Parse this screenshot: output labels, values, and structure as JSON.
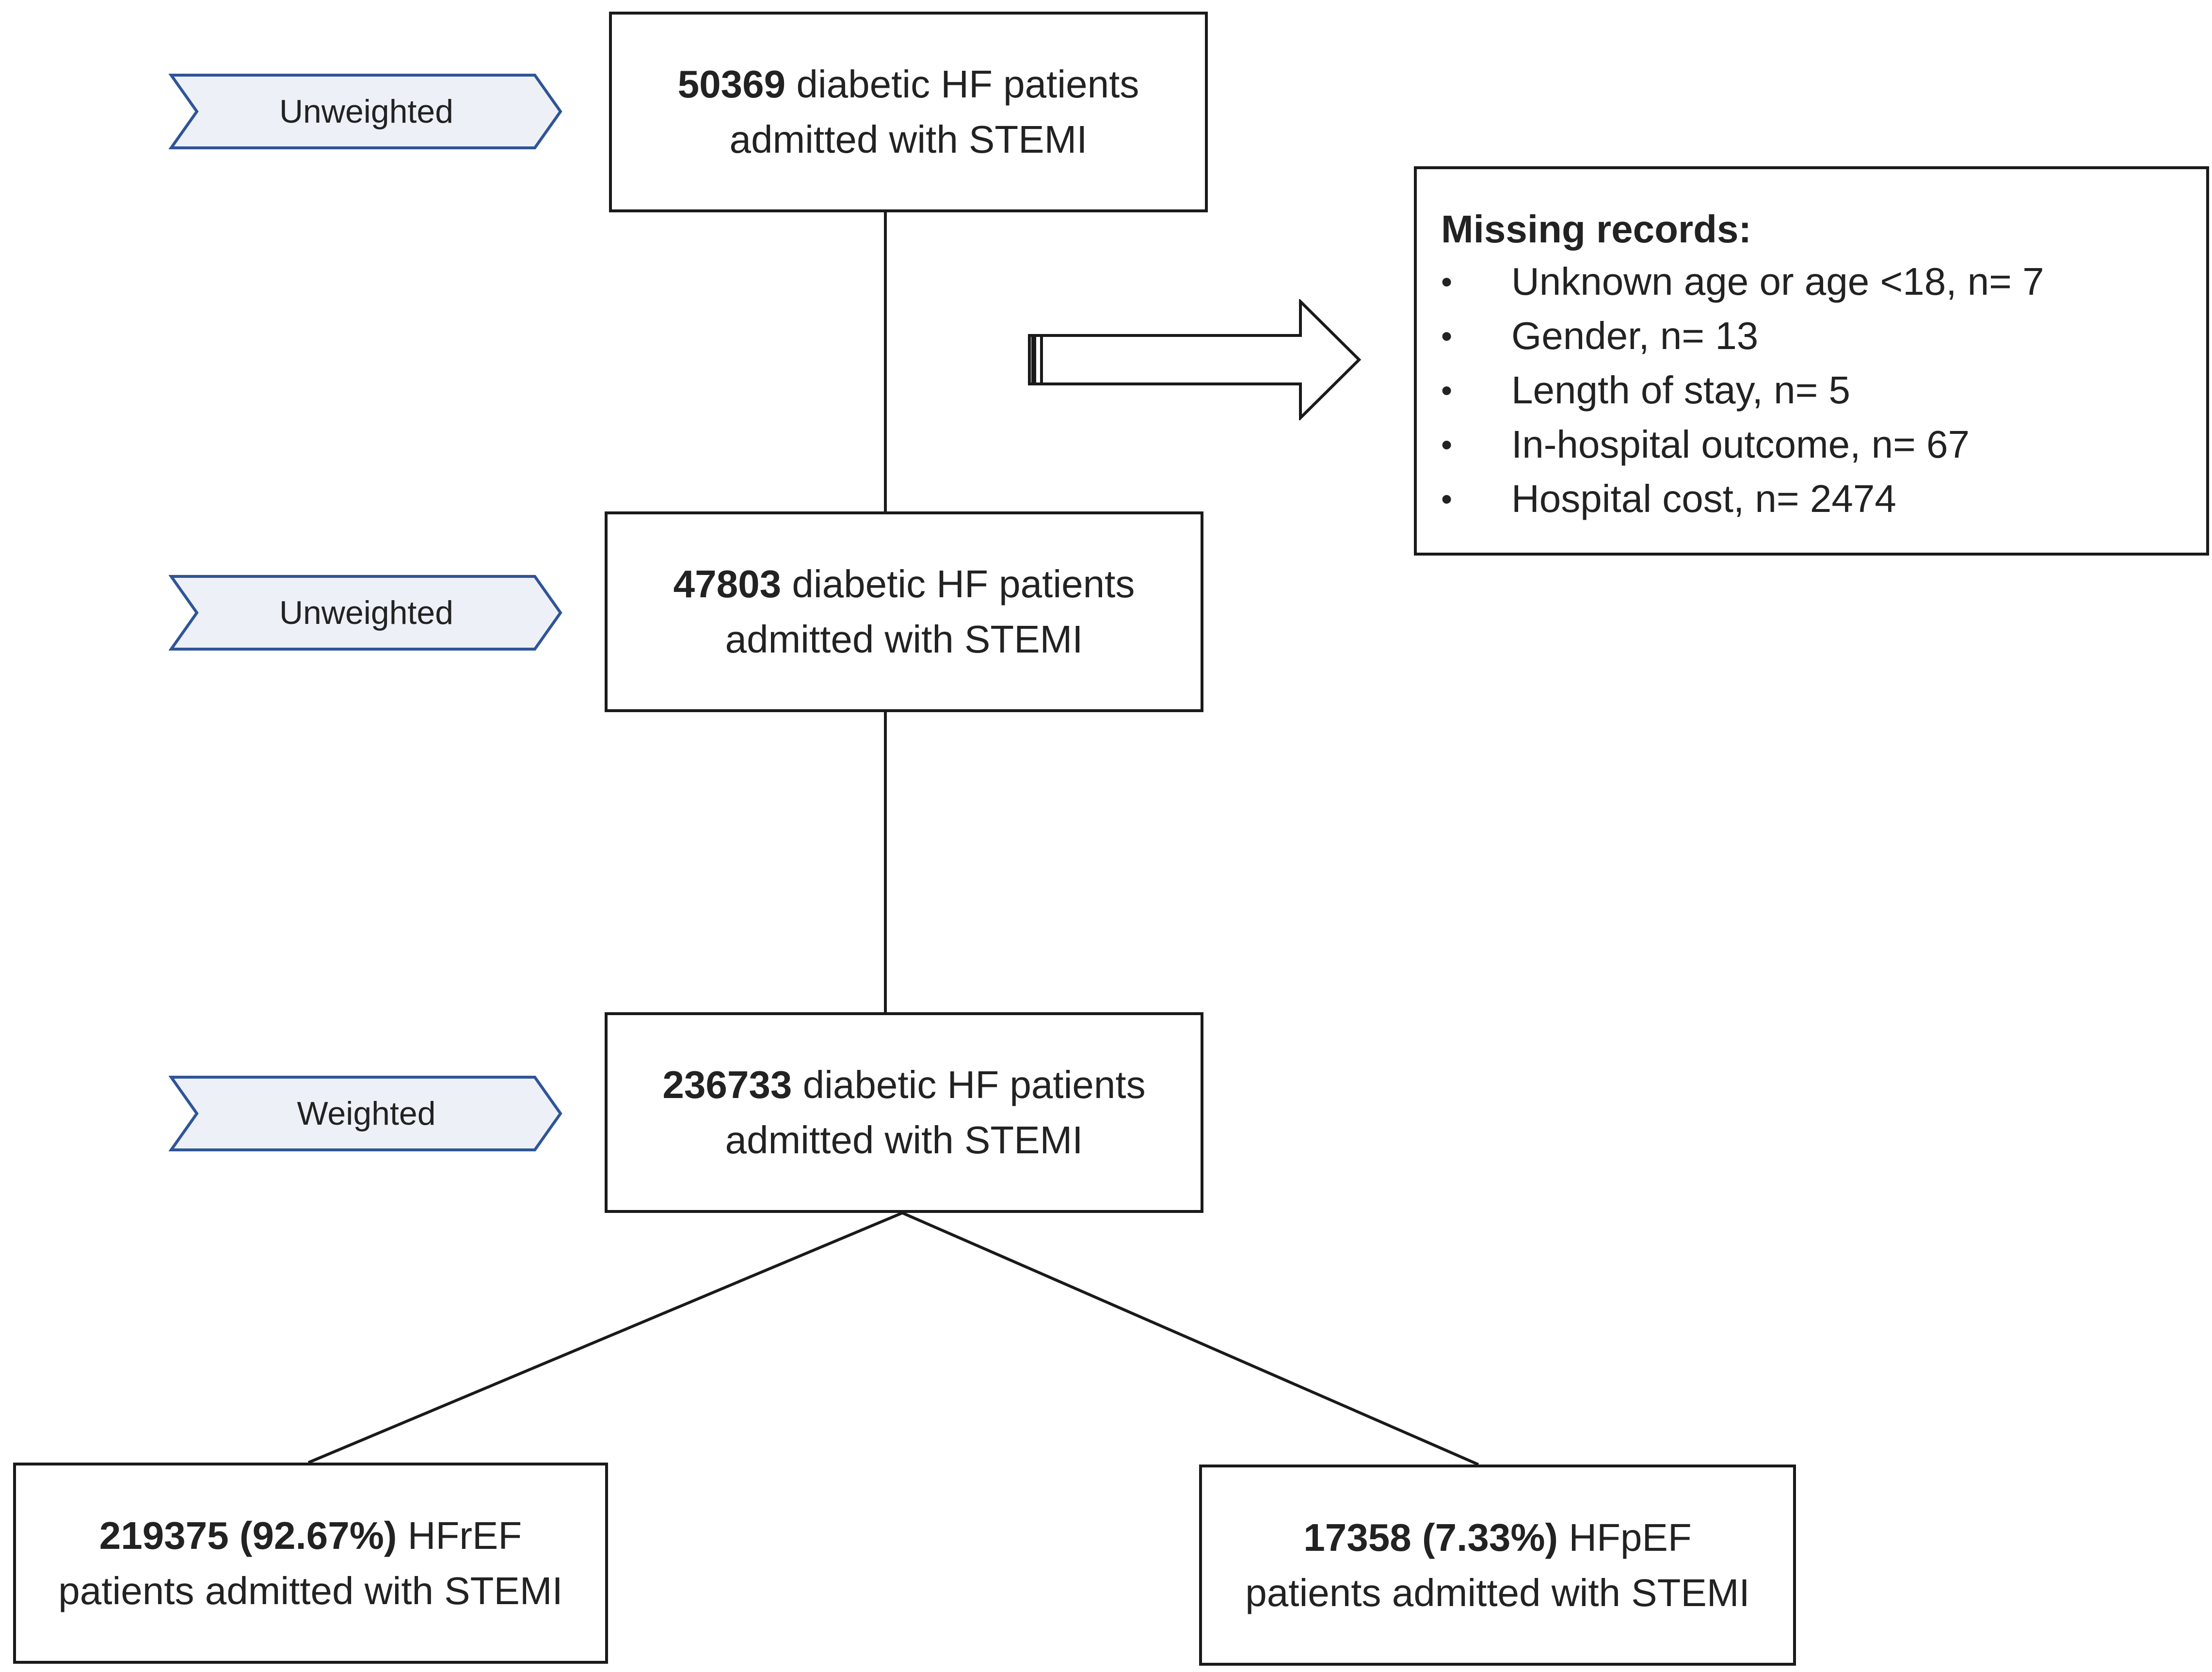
{
  "colors": {
    "tag_fill": "#eef0f8",
    "tag_stroke": "#2f5597",
    "box_border": "#1a1a1a",
    "text": "#222222"
  },
  "tags": [
    {
      "label": "Unweighted"
    },
    {
      "label": "Unweighted"
    },
    {
      "label": "Weighted"
    }
  ],
  "boxes": [
    {
      "bold": "50369",
      "line1": " diabetic HF patients",
      "line2": "admitted with STEMI"
    },
    {
      "bold": "47803",
      "line1": " diabetic HF patients",
      "line2": "admitted with STEMI"
    },
    {
      "bold": "236733",
      "line1": " diabetic HF patients",
      "line2": "admitted with STEMI"
    },
    {
      "bold": "219375 (92.67%)",
      "line1": " HFrEF",
      "line2": "patients admitted with STEMI"
    },
    {
      "bold": "17358 (7.33%)",
      "line1": " HFpEF",
      "line2": "patients admitted with STEMI"
    }
  ],
  "missing": {
    "title": "Missing records:",
    "bullet": "•",
    "items": [
      "Unknown age or age <18, n= 7",
      "Gender, n= 13",
      "Length of stay, n= 5",
      "In-hospital outcome, n= 67",
      "Hospital cost, n= 2474"
    ]
  }
}
